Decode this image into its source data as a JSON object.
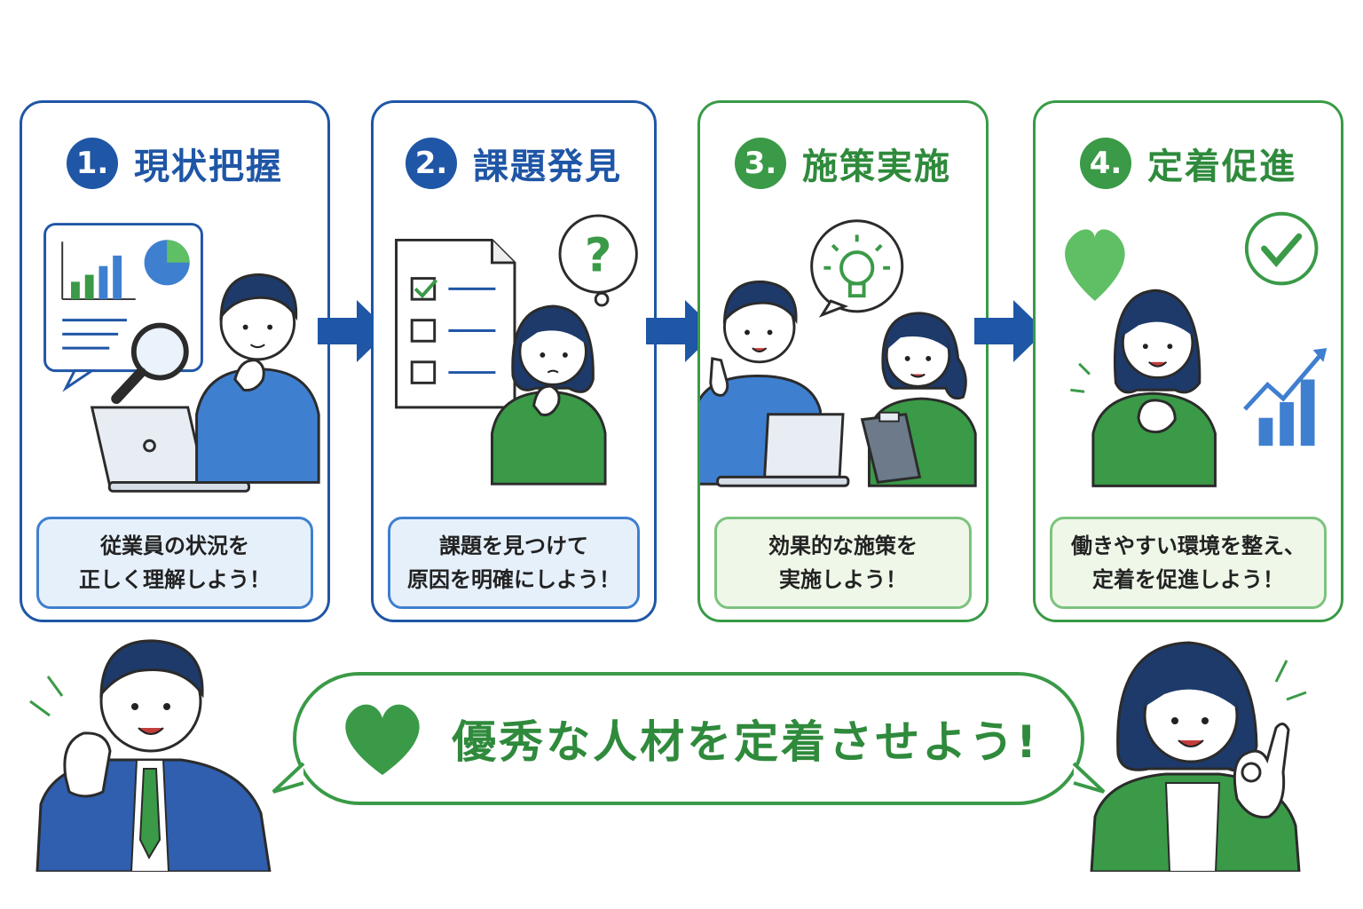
{
  "steps": [
    {
      "number": "1.",
      "title": "現状把握",
      "line1": "従業員の状況を",
      "line2": "正しく理解しよう！"
    },
    {
      "number": "2.",
      "title": "課題発見",
      "line1": "課題を見つけて",
      "line2": "原因を明確にしよう！"
    },
    {
      "number": "3.",
      "title": "施策実施",
      "line1": "効果的な施策を",
      "line2": "実施しよう！"
    },
    {
      "number": "4.",
      "title": "定着促進",
      "line1": "働きやすい環境を整え、",
      "line2": "定着を促進しよう！"
    }
  ],
  "banner": {
    "text": "優秀な人材を定着させよう!"
  },
  "icons": {
    "question": "question-mark-icon",
    "bulb": "lightbulb-icon",
    "heart": "heart-icon",
    "check": "check-circle-icon"
  },
  "colors": {
    "blue": "#1f56a6",
    "green": "#3a9a47",
    "light_blue": "#e6f0fb",
    "light_green": "#eef7e8"
  }
}
